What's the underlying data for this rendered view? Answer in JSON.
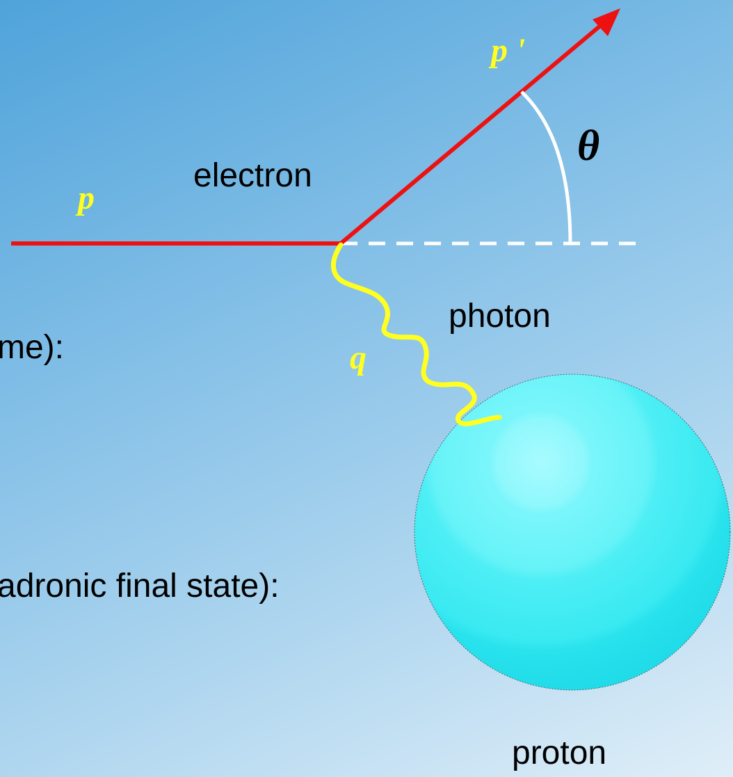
{
  "labels": {
    "incoming_momentum": "p",
    "outgoing_momentum": "p '",
    "angle": "θ",
    "electron": "electron",
    "photon": "photon",
    "photon_momentum": "q",
    "proton": "proton",
    "left_text_1": "me):",
    "left_text_2": "adronic final state):"
  },
  "colors": {
    "electron_line": "#ee1111",
    "photon_line": "#ffff22",
    "momentum_label": "#ffff22",
    "angle_arc": "#ffffff",
    "dashed_axis": "#ffffff",
    "proton": "#33f0f5",
    "text": "#000000"
  }
}
